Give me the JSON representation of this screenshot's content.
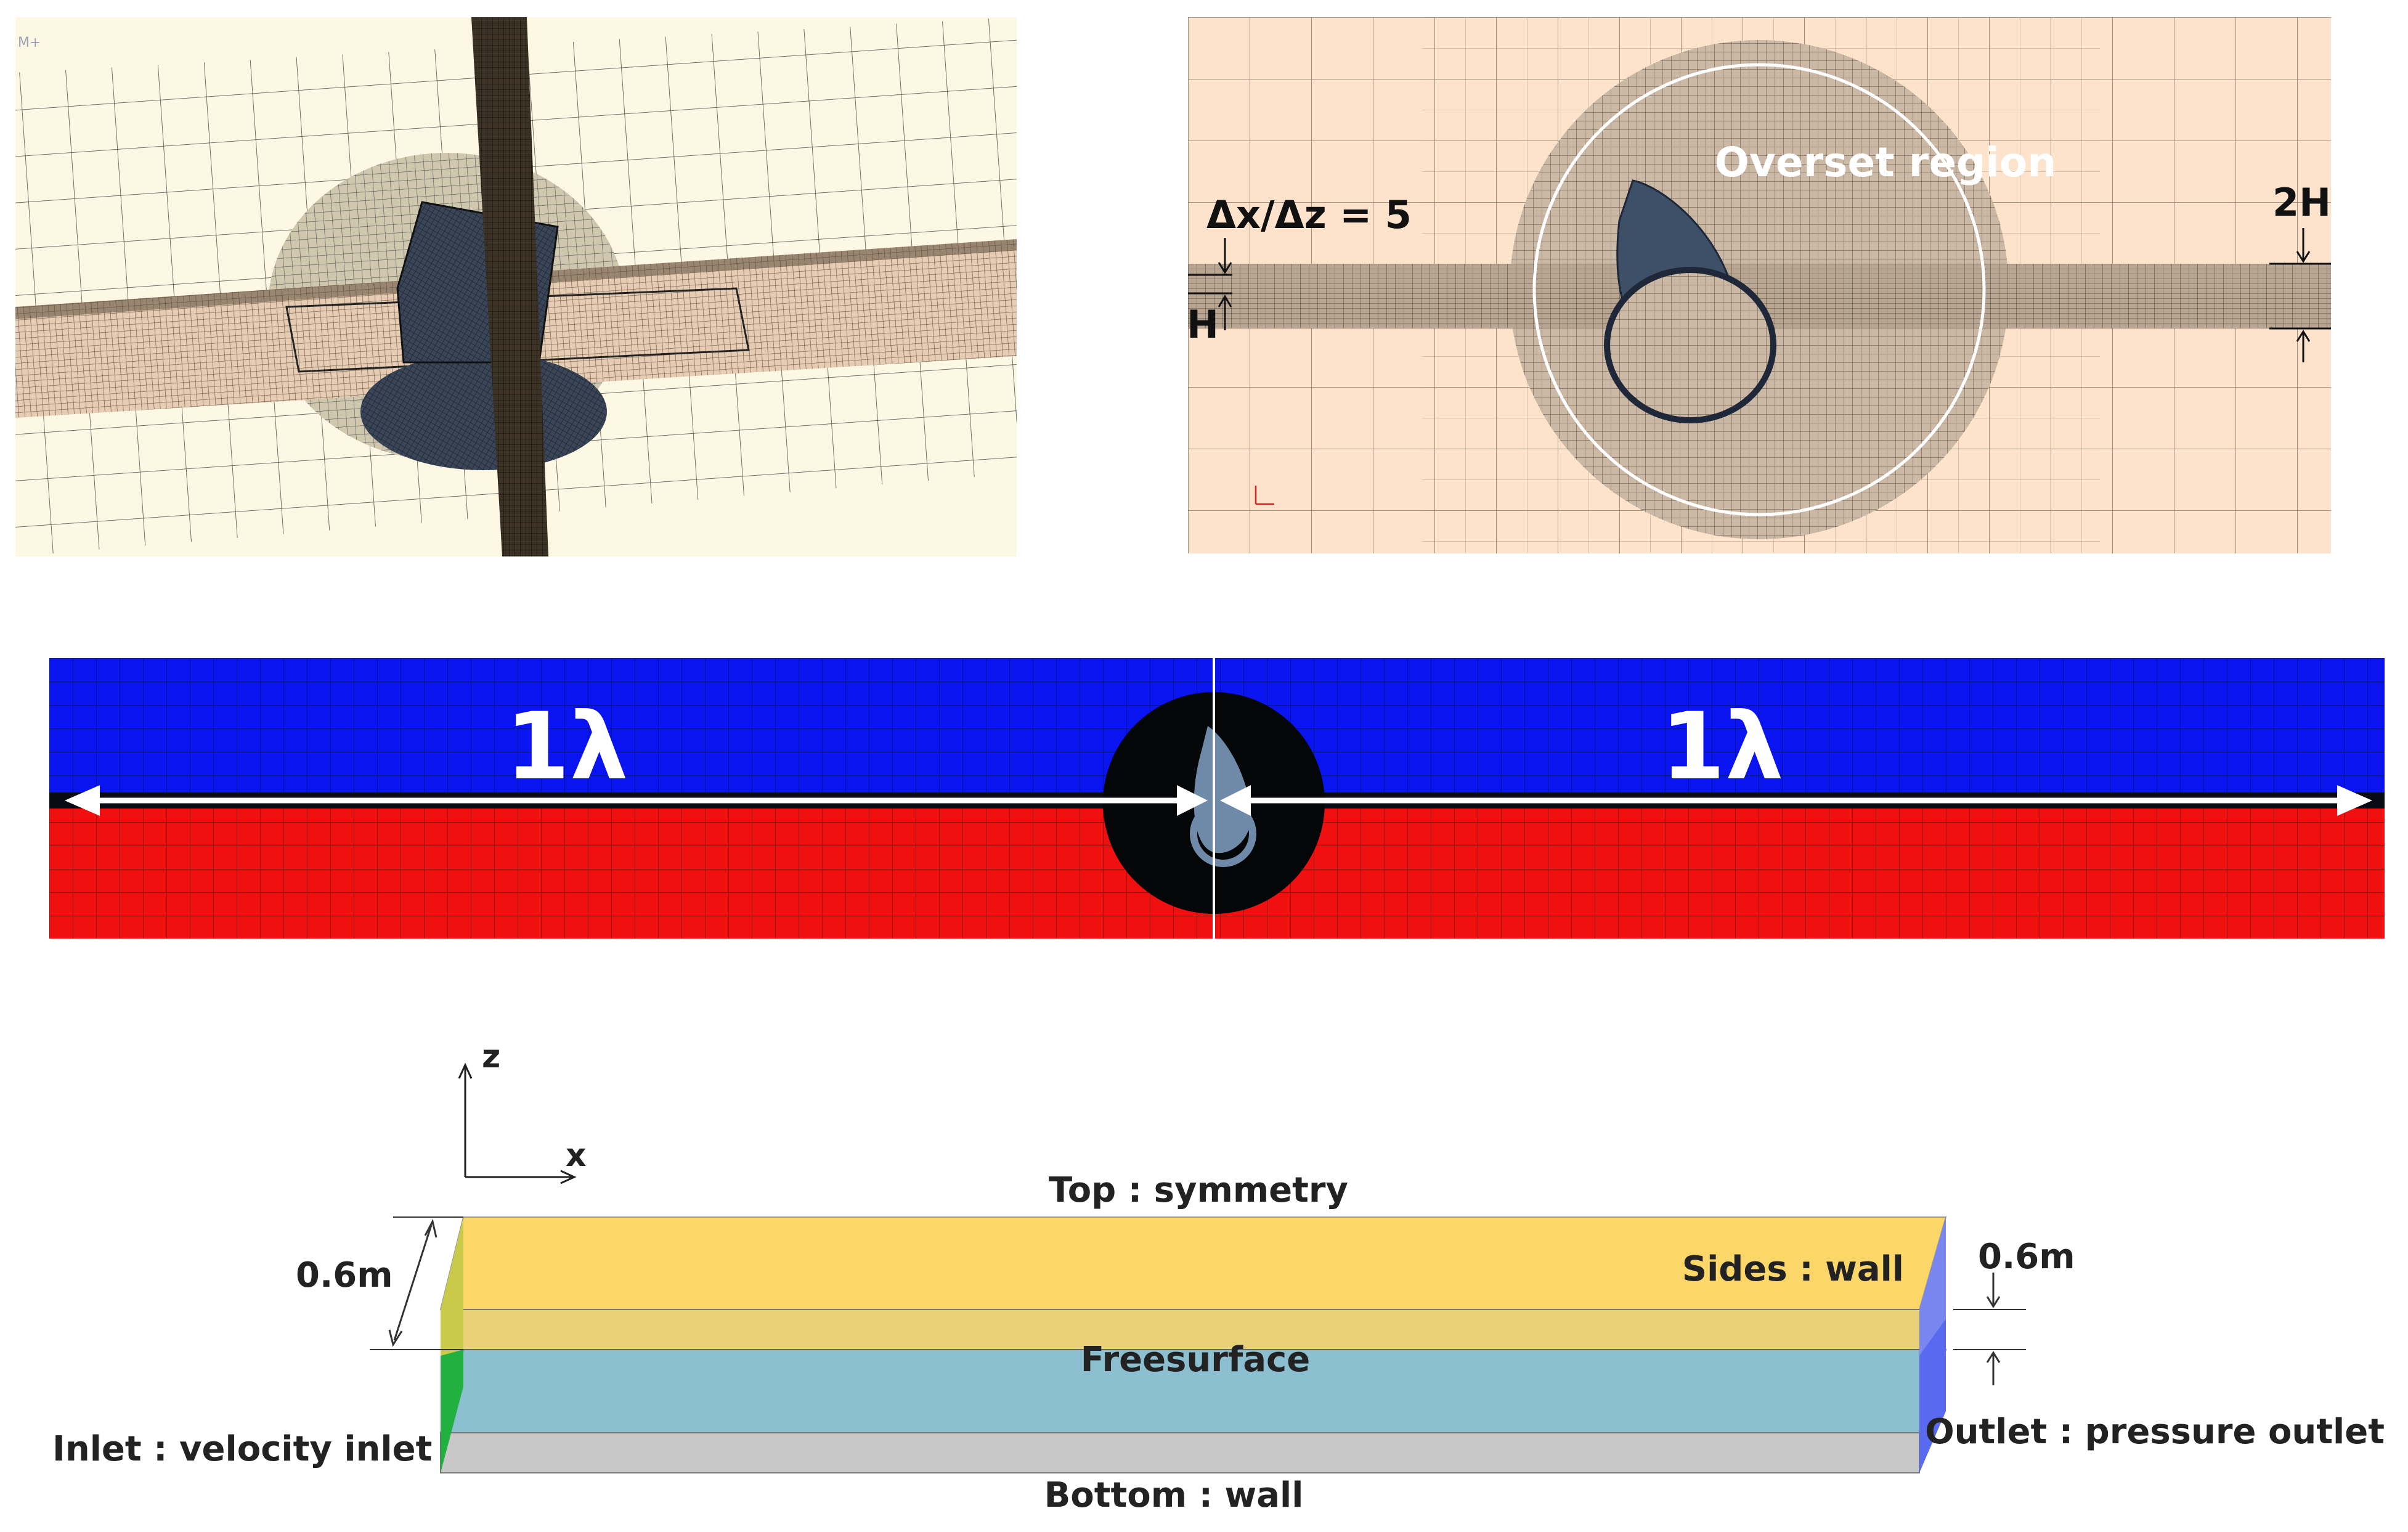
{
  "overset_view": {
    "corner_label": "M+",
    "overset_label": "Overset region",
    "ratio_label": "Δx/Δz = 5",
    "h_label": "H",
    "two_h_label": "2H"
  },
  "wave_view": {
    "left_label": "1λ",
    "right_label": "1λ"
  },
  "domain": {
    "axis_z": "z",
    "axis_x": "x",
    "top": "Top : symmetry",
    "sides": "Sides : wall",
    "freesurface": "Freesurface",
    "bottom": "Bottom : wall",
    "inlet": "Inlet : velocity inlet",
    "outlet": "Outlet : pressure outlet",
    "height_left": "0.6m",
    "height_right": "0.6m"
  },
  "colors": {
    "mesh_cream": "#fcf6d8",
    "mesh_peach": "#fde3cc",
    "air_blue": "#0a14f0",
    "water_red": "#f01010",
    "top_face": "#fbd76a",
    "water_face": "#8cbfcf",
    "bottom_face": "#c8c8c8",
    "inlet_face": "#22b040",
    "outlet_face": "#5a6af0"
  }
}
